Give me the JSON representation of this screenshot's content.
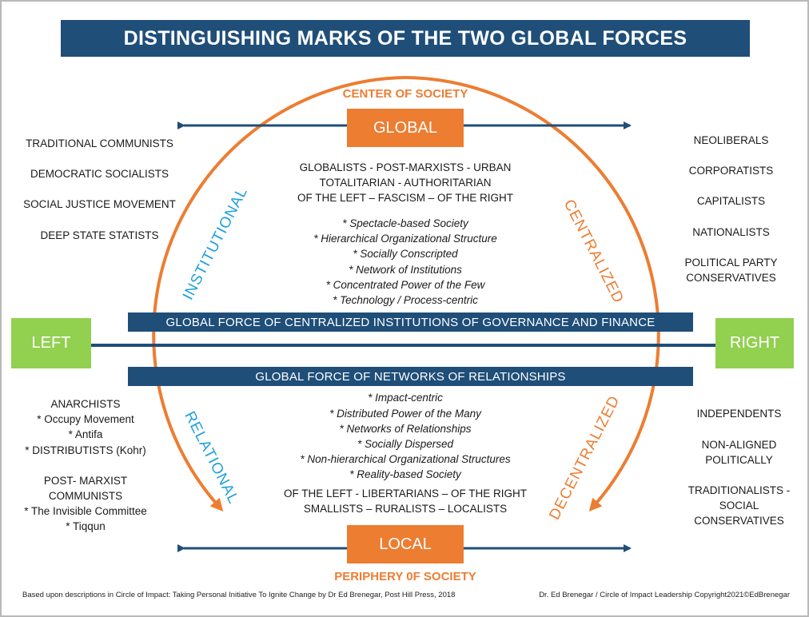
{
  "title": "DISTINGUISHING MARKS OF THE TWO GLOBAL FORCES",
  "center_label": "CENTER OF SOCIETY",
  "periphery_label": "PERIPHERY 0F SOCIETY",
  "global_box": "GLOBAL",
  "local_box": "LOCAL",
  "left_box": "LEFT",
  "right_box": "RIGHT",
  "bar_top": "GLOBAL FORCE OF CENTRALIZED INSTITUTIONS OF GOVERNANCE AND FINANCE",
  "bar_bottom": "GLOBAL FORCE OF NETWORKS OF RELATIONSHIPS",
  "arc_labels": {
    "institutional": "INSTITUTIONAL",
    "centralized": "CENTRALIZED",
    "relational": "RELATIONAL",
    "decentralized": "DECENTRALIZED"
  },
  "top_left_groups": [
    "TRADITIONAL COMMUNISTS",
    "DEMOCRATIC SOCIALISTS",
    "SOCIAL JUSTICE MOVEMENT",
    "DEEP STATE STATISTS"
  ],
  "top_right_groups": [
    "NEOLIBERALS",
    "CORPORATISTS",
    "CAPITALISTS",
    "NATIONALISTS",
    "POLITICAL PARTY",
    "CONSERVATIVES"
  ],
  "global_header": [
    "GLOBALISTS - POST-MARXISTS - URBAN",
    "TOTALITARIAN - AUTHORITARIAN",
    "OF THE LEFT – FASCISM – OF THE RIGHT"
  ],
  "global_traits": [
    "* Spectacle-based Society",
    "* Hierarchical Organizational Structure",
    "* Socially Conscripted",
    "* Network of Institutions",
    "* Concentrated Power of the Few",
    "* Technology / Process-centric"
  ],
  "local_traits": [
    "* Impact-centric",
    "* Distributed Power of the Many",
    "* Networks of Relationships",
    "* Socially Dispersed",
    "* Non-hierarchical Organizational Structures",
    "* Reality-based Society"
  ],
  "local_footer": [
    "OF THE LEFT -  LIBERTARIANS – OF THE RIGHT",
    "SMALLISTS – RURALISTS – LOCALISTS"
  ],
  "bottom_left_a": [
    "ANARCHISTS",
    "* Occupy Movement",
    "* Antifa",
    "* DISTRIBUTISTS (Kohr)"
  ],
  "bottom_left_b": [
    "POST- MARXIST",
    "COMMUNISTS",
    "* The Invisible Committee",
    "* Tiqqun"
  ],
  "bottom_right": [
    "INDEPENDENTS",
    "NON-ALIGNED",
    "POLITICALLY",
    "TRADITIONALISTS -",
    "SOCIAL",
    "CONSERVATIVES"
  ],
  "footer_left": "Based upon descriptions in Circle of Impact: Taking Personal Initiative To Ignite Change by Dr Ed Brenegar, Post Hill Press, 2018",
  "footer_right": "Dr. Ed Brenegar / Circle of Impact Leadership Copyright2021©EdBrenegar",
  "colors": {
    "navy": "#1f4e79",
    "orange": "#ed7d31",
    "green": "#92d050",
    "blue": "#1ea0dc"
  }
}
